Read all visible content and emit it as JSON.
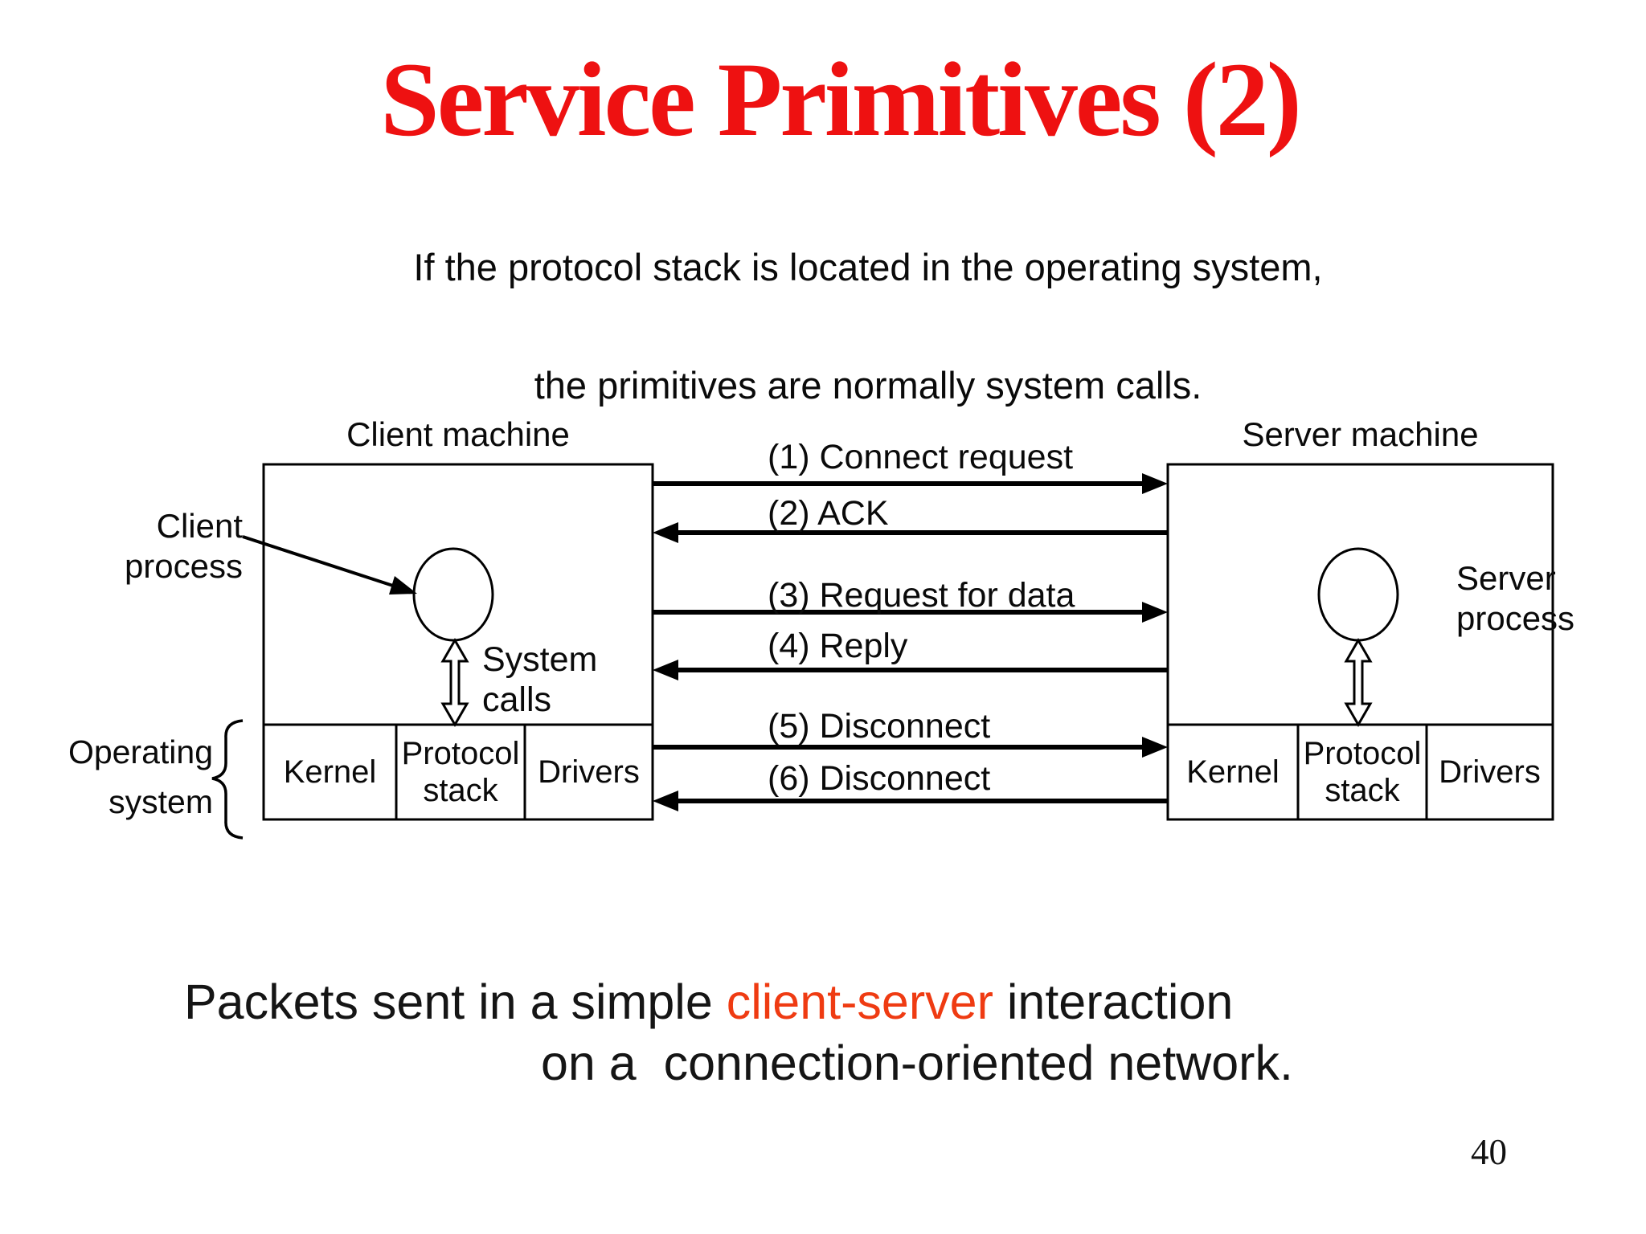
{
  "slide": {
    "title": "Service Primitives (2)",
    "page_number": "40",
    "colors": {
      "title_red": "#EE1111",
      "highlight_orange": "#EF3B12",
      "line_black": "#000000"
    }
  },
  "subtitle": {
    "paragraph1": "If the protocol stack is located in the operating system,",
    "paragraph2": "the primitives are normally system calls."
  },
  "caption": {
    "line1_pre": "Packets sent in a simple ",
    "line1_highlight": "client-server",
    "line1_post": " interaction",
    "line2": "on a  connection-oriented network."
  },
  "diagram": {
    "client": {
      "machine_label": "Client machine",
      "process_label": "Client\nprocess",
      "system_calls_label": "System\ncalls",
      "os_label": "Operating\nsystem",
      "cells": [
        "Kernel",
        "Protocol stack",
        "Drivers"
      ]
    },
    "server": {
      "machine_label": "Server machine",
      "process_label": "Server\nprocess",
      "cells": [
        "Kernel",
        "Protocol stack",
        "Drivers"
      ]
    },
    "messages": [
      {
        "label": "(1) Connect request",
        "direction": "right"
      },
      {
        "label": "(2) ACK",
        "direction": "left"
      },
      {
        "label": "(3) Request for data",
        "direction": "right"
      },
      {
        "label": "(4) Reply",
        "direction": "left"
      },
      {
        "label": "(5) Disconnect",
        "direction": "right"
      },
      {
        "label": "(6) Disconnect",
        "direction": "left"
      }
    ]
  }
}
